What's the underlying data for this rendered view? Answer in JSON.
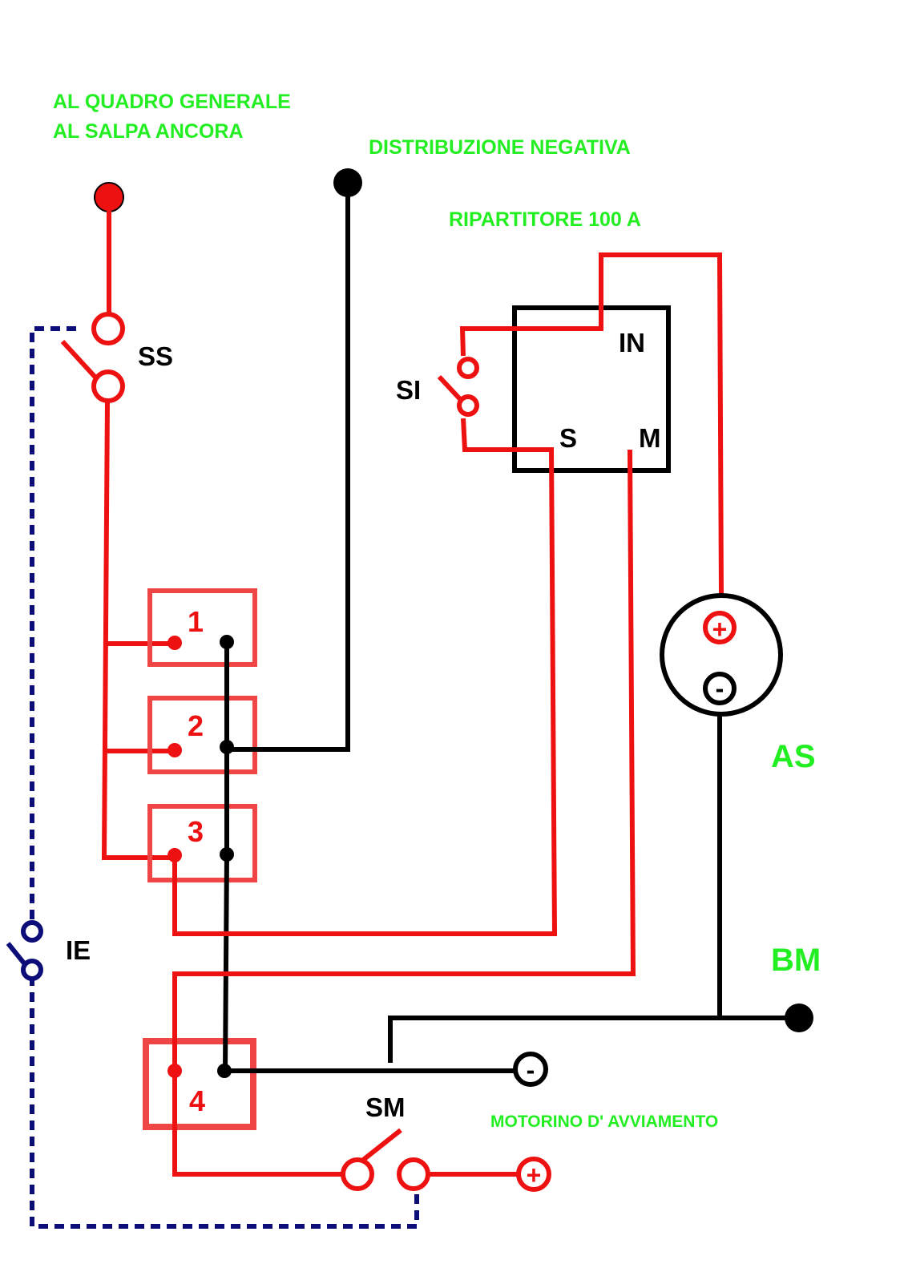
{
  "labels": {
    "quadro_line1": "AL QUADRO GENERALE",
    "quadro_line2": "AL SALPA ANCORA",
    "distribuzione": "DISTRIBUZIONE NEGATIVA",
    "ripartitore": "RIPARTITORE 100 A",
    "ss": "SS",
    "si": "SI",
    "ie": "IE",
    "sm": "SM",
    "as": "AS",
    "bm": "BM",
    "motorino": "MOTORINO D' AVVIAMENTO",
    "in": "IN",
    "s": "S",
    "m": "M"
  },
  "batteries": [
    {
      "number": "1"
    },
    {
      "number": "2"
    },
    {
      "number": "3"
    },
    {
      "number": "4"
    }
  ],
  "terminals": {
    "plus": "+",
    "minus": "-"
  },
  "colors": {
    "positive": "#ee1111",
    "negative": "#000000",
    "control": "#0d0d7a",
    "label": "#22ee22",
    "battery_box": "#f04545"
  }
}
